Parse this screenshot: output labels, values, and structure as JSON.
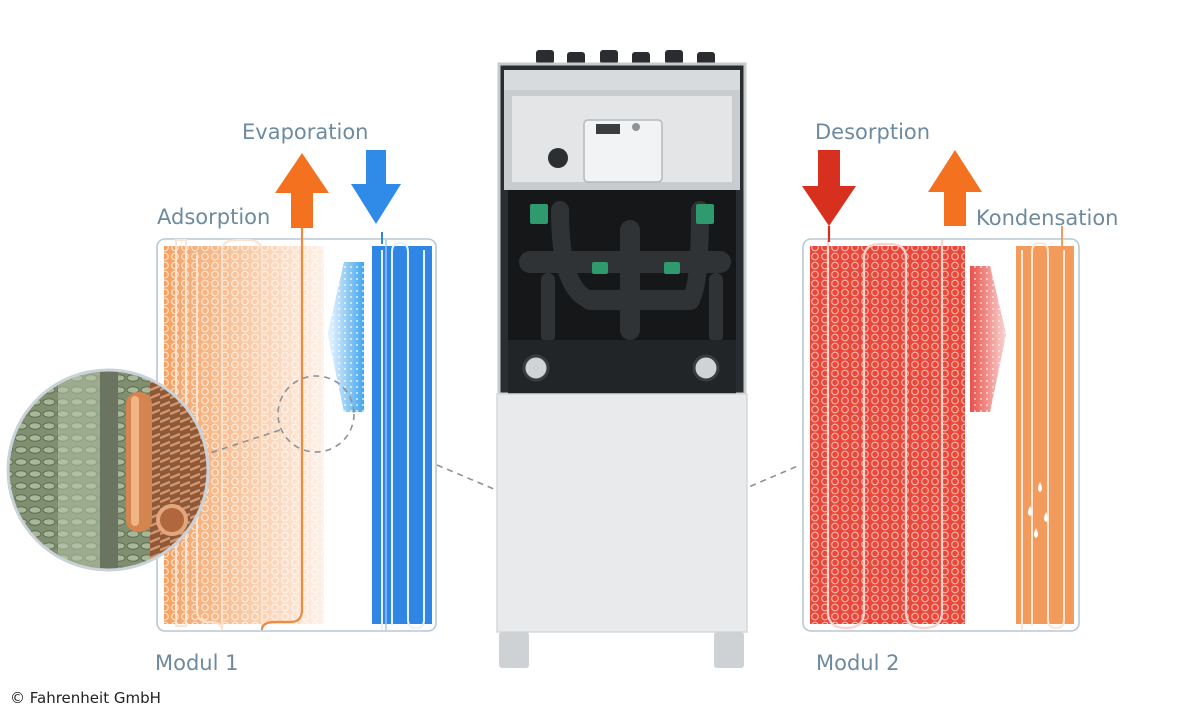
{
  "labels": {
    "evaporation": "Evaporation",
    "adsorption": "Adsorption",
    "desorption": "Desorption",
    "kondensation": "Kondensation",
    "modul1": "Modul 1",
    "modul2": "Modul 2"
  },
  "copyright": "© Fahrenheit GmbH",
  "colors": {
    "label_text": "#6d8aa0",
    "module_frame": "#b9c8d3",
    "adsorber_orange": "#f6a061",
    "evaporator_blue": "#2f86e4",
    "desorber_red": "#e8473a",
    "condenser_orange": "#f29b5c",
    "arrow_orange": "#f4711f",
    "arrow_blue": "#2f8ae8",
    "arrow_red": "#d7301f",
    "device_body": "#e9eaeb",
    "device_interior": "#1c1f22",
    "pipe_green": "#2e9a6d"
  },
  "icons": {
    "arrows": [
      "arrow-up-icon",
      "arrow-down-icon"
    ],
    "zoom": "magnifier-circle-icon"
  }
}
